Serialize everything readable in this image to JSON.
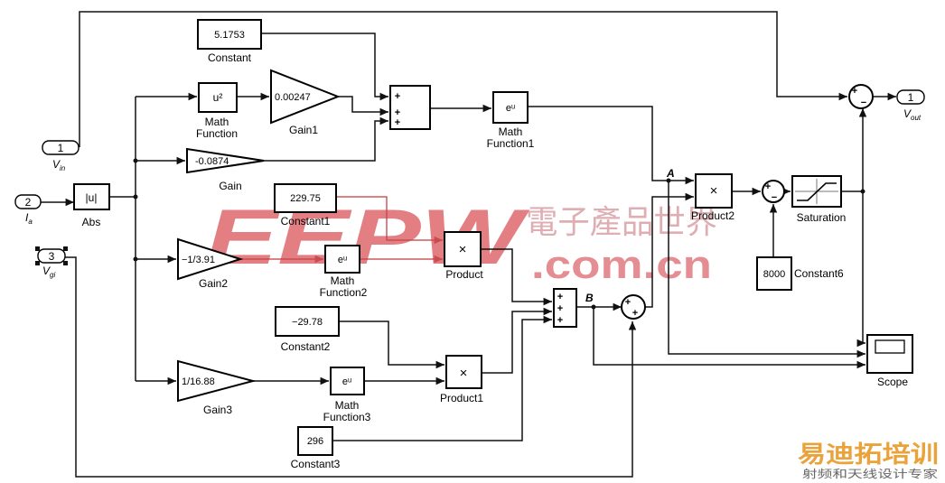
{
  "ports": {
    "vin": {
      "num": "1",
      "label": "V",
      "sub": "in"
    },
    "ia": {
      "num": "2",
      "label": "I",
      "sub": "a"
    },
    "vgi": {
      "num": "3",
      "label": "V",
      "sub": "gi"
    },
    "vout": {
      "num": "1",
      "label": "V",
      "sub": "out"
    }
  },
  "blocks": {
    "abs": {
      "value": "|u|",
      "label": "Abs"
    },
    "constant": {
      "value": "5.1753",
      "label": "Constant"
    },
    "math_function": {
      "value": "u²",
      "label_1": "Math",
      "label_2": "Function"
    },
    "gain1": {
      "value": "0.00247",
      "label": "Gain1"
    },
    "gain": {
      "value": "-0.0874",
      "label": "Gain"
    },
    "math_function1": {
      "value": "eᵘ",
      "label_1": "Math",
      "label_2": "Function1"
    },
    "constant1": {
      "value": "229.75",
      "label": "Constant1"
    },
    "gain2": {
      "value": "−1/3.91",
      "label": "Gain2"
    },
    "math_function2": {
      "value": "eᵘ",
      "label_1": "Math",
      "label_2": "Function2"
    },
    "product": {
      "value": "×",
      "label": "Product"
    },
    "constant2": {
      "value": "−29.78",
      "label": "Constant2"
    },
    "product1": {
      "value": "×",
      "label": "Product1"
    },
    "gain3": {
      "value": "1/16.88",
      "label": "Gain3"
    },
    "math_function3": {
      "value": "eᵘ",
      "label_1": "Math",
      "label_2": "Function3"
    },
    "constant3": {
      "value": "296",
      "label": "Constant3"
    },
    "product2": {
      "value": "×",
      "label": "Product2"
    },
    "saturation": {
      "label": "Saturation"
    },
    "constant6": {
      "value": "8000",
      "label": "Constant6"
    },
    "scope": {
      "label": "Scope"
    }
  },
  "signals": {
    "a": "A",
    "b": "B"
  },
  "sum_signs": {
    "plus": "+",
    "minus": "−"
  },
  "watermark": {
    "logo": "EEPW",
    "chinese": "電子產品世界",
    "domain": ".com.cn"
  },
  "footer": {
    "brand": "易迪拓培训",
    "tagline": "射频和天线设计专家"
  }
}
